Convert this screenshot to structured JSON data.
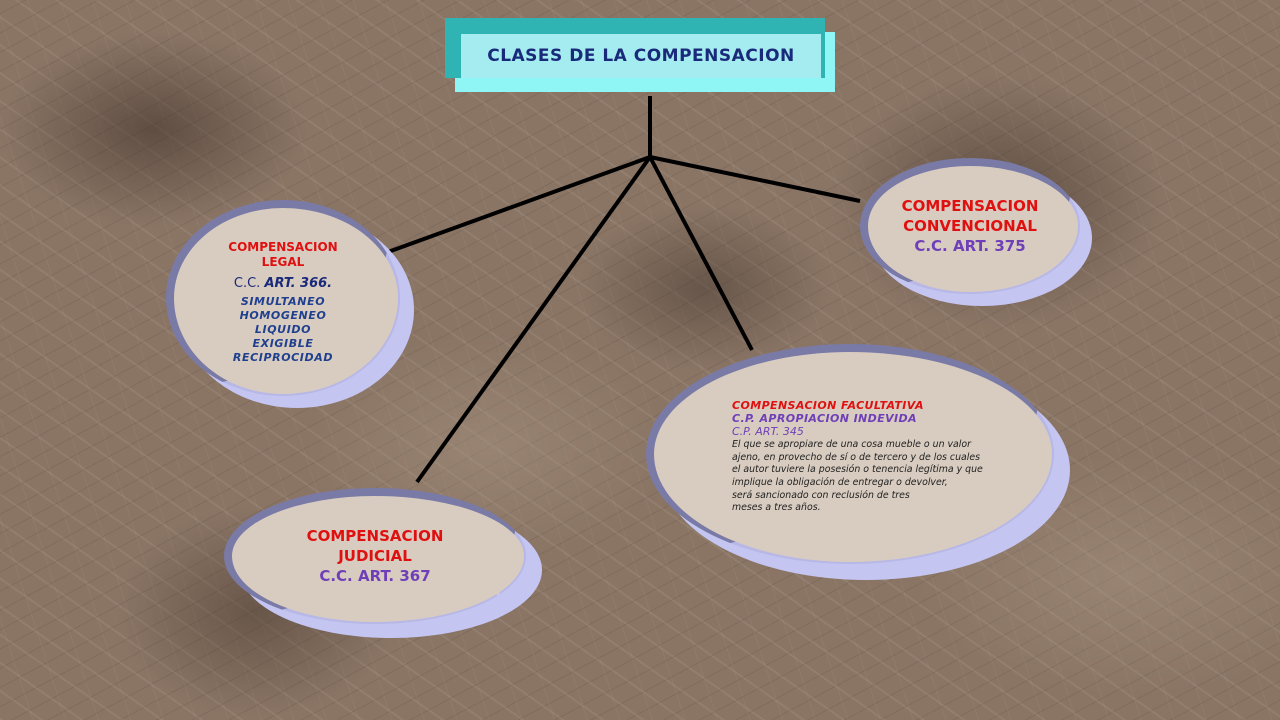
{
  "title": "CLASES DE LA COMPENSACION",
  "nodes": {
    "legal": {
      "heading": "COMPENSACION LEGAL",
      "article_prefix": "C.C.",
      "article": "ART. 366.",
      "items": [
        "SIMULTANEO",
        "HOMOGENEO",
        "LIQUIDO",
        "EXIGIBLE",
        "RECIPROCIDAD"
      ]
    },
    "convencional": {
      "heading_line1": "COMPENSACION",
      "heading_line2": "CONVENCIONAL",
      "article": "C.C. ART. 375"
    },
    "judicial": {
      "heading_line1": "COMPENSACION",
      "heading_line2": "JUDICIAL",
      "article": "C.C. ART. 367"
    },
    "facultativa": {
      "heading": "COMPENSACION FACULTATIVA",
      "subheading": "C.P. APROPIACION INDEVIDA",
      "article": "C.P.  ART. 345",
      "body": "El que se apropiare de una cosa  mueble o un valor\najeno, en provecho de sí o de tercero  y de los cuales\nel autor tuviere la posesión o tenencia legítima y que\nimplique la obligación  de entregar o devolver,\nserá sancionado con reclusión de tres\n meses a tres años."
    }
  },
  "colors": {
    "title_box": "#2fb3b3",
    "title_inner": "#a4ecef",
    "title_text": "#1a2a7a",
    "heading_red": "#e01010",
    "article_purple": "#6f3fb8",
    "item_blue": "#1f3f8f",
    "ellipse_face": "#d8ccc0",
    "ellipse_shadow": "#c5c5f2",
    "connector": "#000000"
  }
}
